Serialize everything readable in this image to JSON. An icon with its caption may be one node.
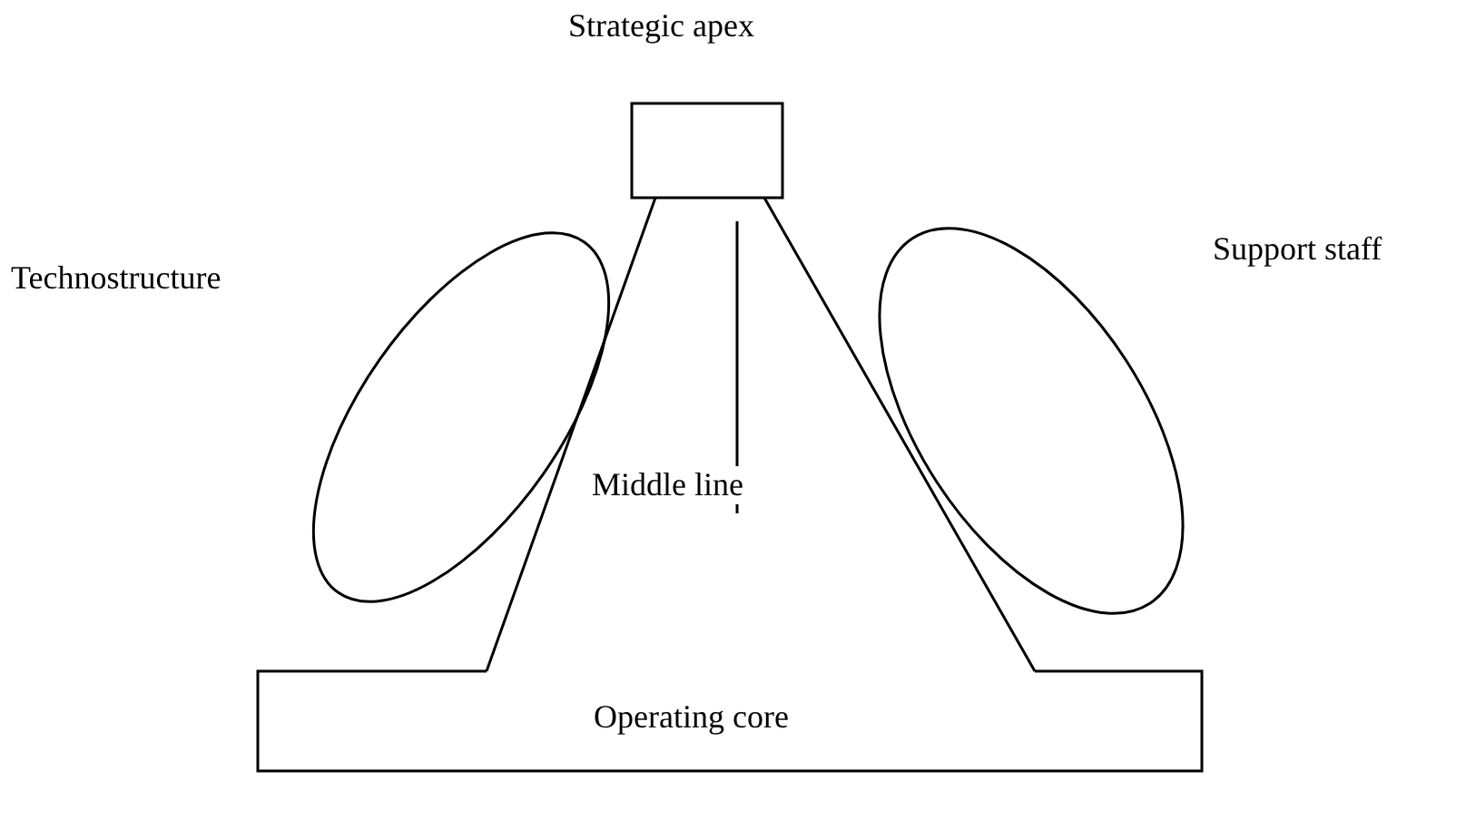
{
  "diagram": {
    "nodes": [
      {
        "text": [
          "Strategic apex"
        ]
      },
      {
        "text": [
          "Middle line"
        ]
      },
      {
        "text": [
          "Operating core"
        ]
      },
      {
        "text": [
          "Technostructure"
        ]
      },
      {
        "text": [
          "Support staff"
        ]
      }
    ]
  }
}
